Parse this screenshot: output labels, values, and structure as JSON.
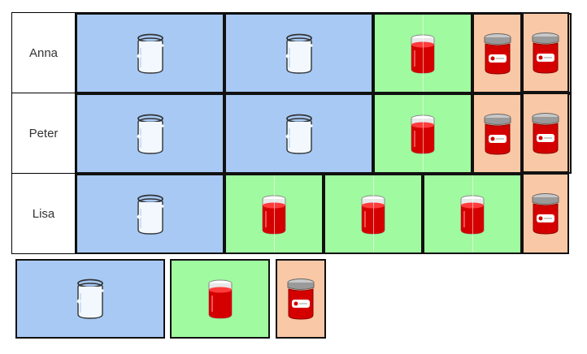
{
  "rows": [
    {
      "name": "Anna",
      "tiles": [
        "empty",
        "empty",
        "filled",
        "lidded",
        "lidded"
      ]
    },
    {
      "name": "Peter",
      "tiles": [
        "empty",
        "empty",
        "filled",
        "lidded",
        "lidded"
      ]
    },
    {
      "name": "Lisa",
      "tiles": [
        "empty",
        "filled",
        "filled",
        "filled",
        "lidded"
      ]
    }
  ],
  "legend": [
    "empty",
    "filled",
    "lidded"
  ],
  "colors": {
    "empty": "#a7c9f4",
    "filled": "#a0fa9f",
    "lidded": "#f9c8a6",
    "jam": "#d40000"
  },
  "icons": {
    "empty": "empty-jar-icon",
    "filled": "jam-filled-jar-icon",
    "lidded": "jam-jar-with-lid-icon"
  }
}
